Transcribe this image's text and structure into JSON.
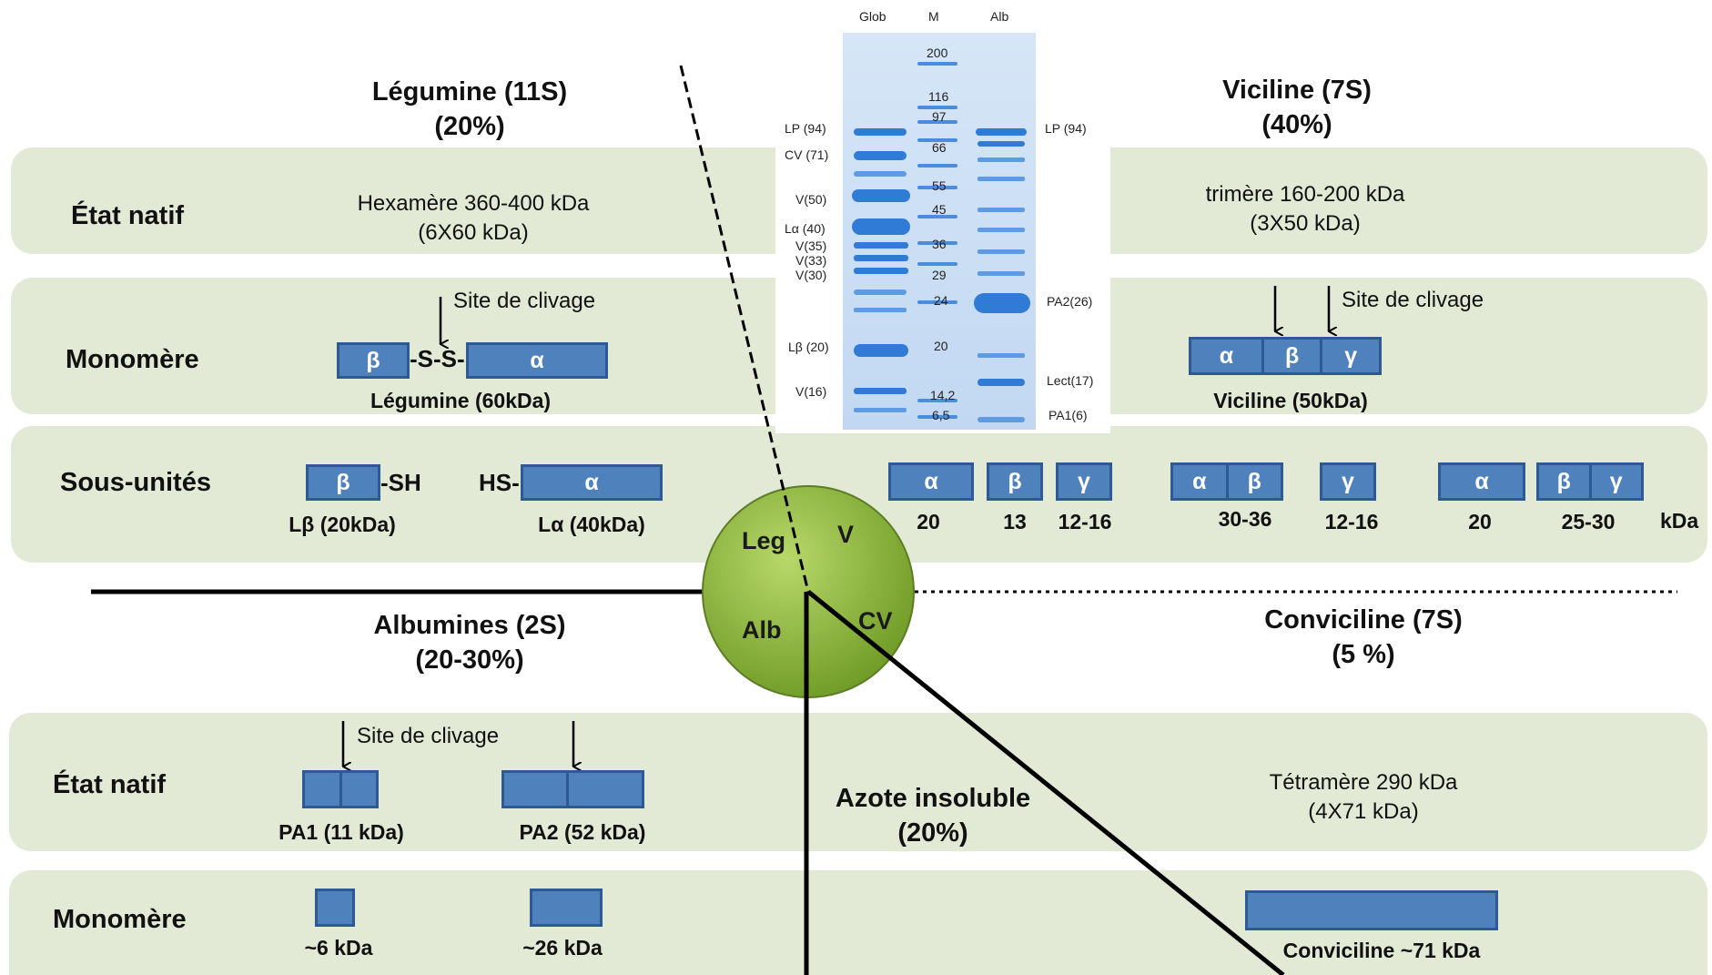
{
  "legumine": {
    "title": "Légumine (11S)",
    "pct": "(20%)"
  },
  "viciline": {
    "title": "Viciline  (7S)",
    "pct": "(40%)"
  },
  "albumines": {
    "title": "Albumines (2S)",
    "pct": "(20-30%)"
  },
  "convicilin": {
    "title": "Conviciline  (7S)",
    "pct": "(5 %)"
  },
  "azote": {
    "title": "Azote insoluble",
    "pct": "(20%)"
  },
  "rows": {
    "etat_natif": "État natif",
    "monomere": "Monomère",
    "sous_unites": "Sous-unités"
  },
  "leg_native": {
    "line1": "Hexamère 360-400 kDa",
    "line2": "(6X60 kDa)"
  },
  "vic_native": {
    "line1": "trimère 160-200 kDa",
    "line2": "(3X50 kDa)"
  },
  "cv_native": {
    "line1": "Tétramère 290 kDa",
    "line2": "(4X71 kDa)"
  },
  "cleavage": "Site de clivage",
  "leg_mono": {
    "beta": "β",
    "ss": "-S-S-",
    "alpha": "α",
    "label": "Légumine (60kDa)"
  },
  "vic_mono": {
    "alpha": "α",
    "beta": "β",
    "gamma": "γ",
    "label": "Viciline (50kDa)"
  },
  "leg_sub": {
    "beta": "β",
    "sh": "-SH",
    "hs": "HS-",
    "alpha": "α",
    "lbeta": "Lβ (20kDa)",
    "lalpha": "Lα (40kDa)"
  },
  "vic_sub": {
    "g1": {
      "alpha": "α",
      "beta": "β",
      "gamma": "γ",
      "n1": "20",
      "n2": "13",
      "n3": "12-16"
    },
    "g2": {
      "alpha": "α",
      "beta": "β",
      "gamma": "γ",
      "n1": "30-36",
      "n2": "12-16"
    },
    "g3": {
      "alpha": "α",
      "beta": "β",
      "gamma": "γ",
      "n1": "20",
      "n2": "25-30"
    },
    "unit": "kDa"
  },
  "alb_native": {
    "pa1": "PA1 (11 kDa)",
    "pa2": "PA2 (52 kDa)"
  },
  "alb_mono": {
    "m1": "~6 kDa",
    "m2": "~26 kDa"
  },
  "cv_mono": {
    "label": "Conviciline ~71 kDa"
  },
  "circle": {
    "leg": "Leg",
    "v": "V",
    "alb": "Alb",
    "cv": "CV"
  },
  "gel": {
    "lanes": {
      "glob": "Glob",
      "m": "M",
      "alb": "Alb"
    },
    "markers": [
      "200",
      "116",
      "97",
      "66",
      "55",
      "45",
      "36",
      "29",
      "24",
      "20",
      "14,2",
      "6,5"
    ],
    "left_labels": [
      "LP (94)",
      "CV (71)",
      "V(50)",
      "Lα (40)",
      "V(35)",
      "V(33)",
      "V(30)",
      "Lβ (20)",
      "V(16)"
    ],
    "right_labels": [
      "LP (94)",
      "PA2(26)",
      "Lect(17)",
      "PA1(6)"
    ]
  },
  "colors": {
    "band": "#e2e9d5",
    "box": "#4f81bd",
    "box_border": "#2d5a92",
    "circle": "#8dbb3c",
    "gel": "#3a7fd0"
  }
}
